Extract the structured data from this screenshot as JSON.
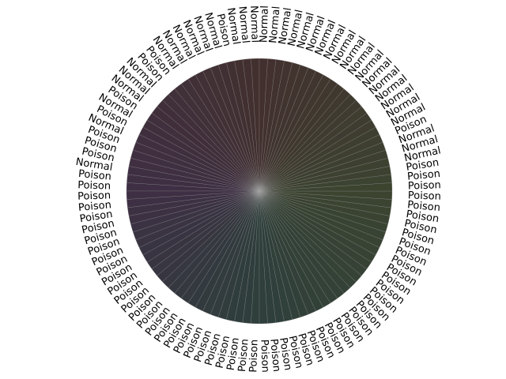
{
  "chart_data": {
    "type": "pie",
    "title": "",
    "slice_count": 100,
    "start_angle_deg": 90,
    "direction": "counterclockwise",
    "values": [
      1,
      1,
      1,
      1,
      1,
      1,
      1,
      1,
      1,
      1,
      1,
      1,
      1,
      1,
      1,
      1,
      1,
      1,
      1,
      1,
      1,
      1,
      1,
      1,
      1,
      1,
      1,
      1,
      1,
      1,
      1,
      1,
      1,
      1,
      1,
      1,
      1,
      1,
      1,
      1,
      1,
      1,
      1,
      1,
      1,
      1,
      1,
      1,
      1,
      1,
      1,
      1,
      1,
      1,
      1,
      1,
      1,
      1,
      1,
      1,
      1,
      1,
      1,
      1,
      1,
      1,
      1,
      1,
      1,
      1,
      1,
      1,
      1,
      1,
      1,
      1,
      1,
      1,
      1,
      1,
      1,
      1,
      1,
      1,
      1,
      1,
      1,
      1,
      1,
      1,
      1,
      1,
      1,
      1,
      1,
      1,
      1,
      1,
      1,
      1
    ],
    "labels": [
      "Normal",
      "Normal",
      "Normal",
      "Poison",
      "Normal",
      "Normal",
      "Normal",
      "Normal",
      "Normal",
      "Normal",
      "Poison",
      "Poison",
      "Normal",
      "Normal",
      "Normal",
      "Poison",
      "Normal",
      "Poison",
      "Normal",
      "Poison",
      "Poison",
      "Poison",
      "Normal",
      "Poison",
      "Poison",
      "Poison",
      "Poison",
      "Poison",
      "Poison",
      "Poison",
      "Poison",
      "Poison",
      "Poison",
      "Poison",
      "Poison",
      "Poison",
      "Poison",
      "Poison",
      "Poison",
      "Poison",
      "Poison",
      "Poison",
      "Poison",
      "Poison",
      "Poison",
      "Poison",
      "Poison",
      "Poison",
      "Poison",
      "Poison",
      "Poison",
      "Poison",
      "Poison",
      "Poison",
      "Poison",
      "Poison",
      "Poison",
      "Poison",
      "Poison",
      "Poison",
      "Poison",
      "Poison",
      "Poison",
      "Poison",
      "Poison",
      "Poison",
      "Poison",
      "Poison",
      "Poison",
      "Poison",
      "Poison",
      "Poison",
      "Poison",
      "Poison",
      "Poison",
      "Poison",
      "Poison",
      "Poison",
      "Normal",
      "Normal",
      "Normal",
      "Poison",
      "Normal",
      "Normal",
      "Normal",
      "Normal",
      "Normal",
      "Normal",
      "Normal",
      "Normal",
      "Normal",
      "Normal",
      "Normal",
      "Normal",
      "Normal",
      "Normal",
      "Normal",
      "Normal",
      "Normal",
      "Normal"
    ],
    "colors": {
      "top": "#42302f",
      "left": "#3e2f44",
      "bottom": "#2e3f3c",
      "right": "#3c4430",
      "center": "#9b9b9b",
      "separator": "#8e8e8e"
    },
    "legend": "none"
  }
}
